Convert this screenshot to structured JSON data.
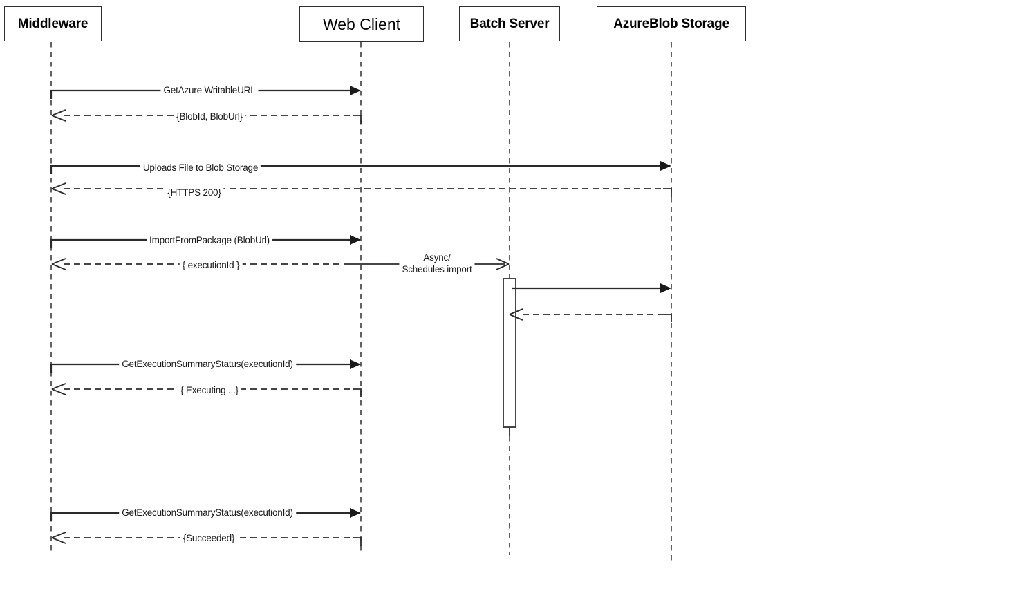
{
  "actors": [
    {
      "label": "Middleware"
    },
    {
      "label": "Web Client"
    },
    {
      "label": "Batch Server"
    },
    {
      "label": "AzureBlob Storage"
    }
  ],
  "messages": [
    {
      "label": "GetAzure WritableURL",
      "from": "Middleware",
      "to": "Web Client",
      "kind": "request"
    },
    {
      "label": "{BlobId, BlobUrl}",
      "from": "Web Client",
      "to": "Middleware",
      "kind": "return"
    },
    {
      "label": "Uploads File to Blob Storage",
      "from": "Middleware",
      "to": "AzureBlob Storage",
      "kind": "request"
    },
    {
      "label": "{HTTPS 200}",
      "from": "AzureBlob Storage",
      "to": "Middleware",
      "kind": "return"
    },
    {
      "label": "ImportFromPackage (BlobUrl)",
      "from": "Middleware",
      "to": "Web Client",
      "kind": "request"
    },
    {
      "label": "{ executionId }",
      "from": "Web Client",
      "to": "Middleware",
      "kind": "return"
    },
    {
      "label_line1": "Async/",
      "label_line2": "Schedules import",
      "from": "Web Client",
      "to": "Batch Server",
      "kind": "async"
    },
    {
      "label": "",
      "from": "Batch Server",
      "to": "AzureBlob Storage",
      "kind": "request"
    },
    {
      "label": "",
      "from": "AzureBlob Storage",
      "to": "Batch Server",
      "kind": "return"
    },
    {
      "label": "GetExecutionSummaryStatus(executionId)",
      "from": "Middleware",
      "to": "Web Client",
      "kind": "request"
    },
    {
      "label": "{ Executing ...}",
      "from": "Web Client",
      "to": "Middleware",
      "kind": "return"
    },
    {
      "label": "GetExecutionSummaryStatus(executionId)",
      "from": "Middleware",
      "to": "Web Client",
      "kind": "request"
    },
    {
      "label": "{Succeeded}",
      "from": "Web Client",
      "to": "Middleware",
      "kind": "return"
    }
  ],
  "colors": {
    "line": "#2b2b2b",
    "lifeline": "#3c3c3c",
    "background": "#ffffff"
  }
}
